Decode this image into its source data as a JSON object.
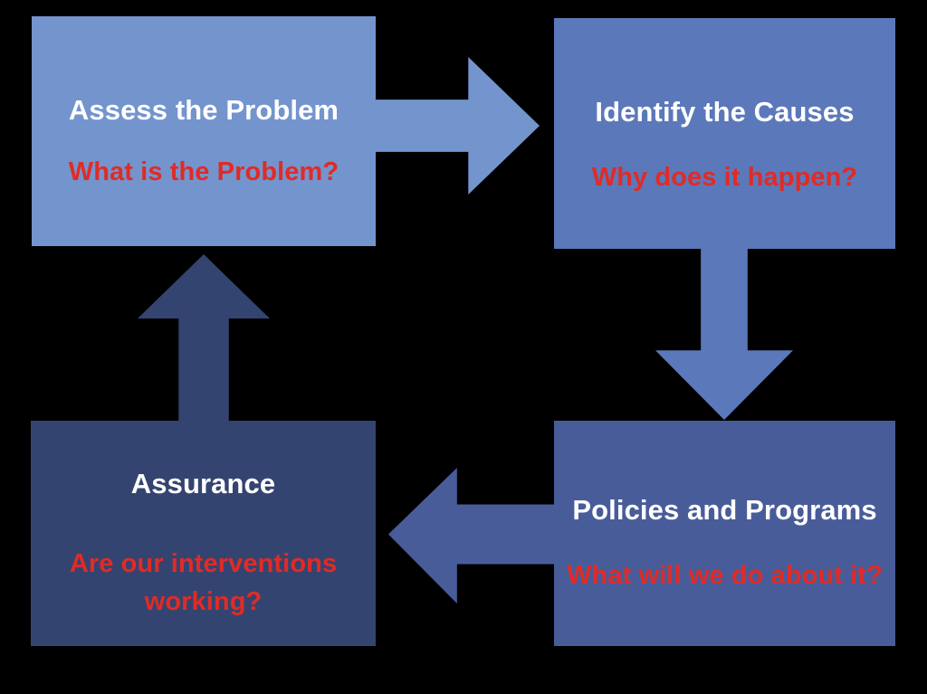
{
  "diagram": {
    "background_color": "#000000",
    "title_text_color": "#ffffff",
    "question_text_color": "#e02b26",
    "nodes": [
      {
        "id": "assess",
        "title": "Assess the Problem",
        "question": "What is the Problem?",
        "color": "#7494ce",
        "position": "top-left"
      },
      {
        "id": "causes",
        "title": "Identify the Causes",
        "question": "Why does it happen?",
        "color": "#5b78ba",
        "position": "top-right"
      },
      {
        "id": "policies",
        "title": "Policies and Programs",
        "question": "What will we do about it?",
        "color": "#495c9a",
        "position": "bottom-right"
      },
      {
        "id": "assurance",
        "title": "Assurance",
        "question": "Are our interventions working?",
        "color": "#344470",
        "position": "bottom-left"
      }
    ],
    "arrows": [
      {
        "id": "assess-to-causes",
        "direction": "right",
        "color": "#7494ce",
        "from": "assess",
        "to": "causes"
      },
      {
        "id": "causes-to-policies",
        "direction": "down",
        "color": "#5b78ba",
        "from": "causes",
        "to": "policies"
      },
      {
        "id": "policies-to-assurance",
        "direction": "left",
        "color": "#495c9a",
        "from": "policies",
        "to": "assurance"
      },
      {
        "id": "assurance-to-assess",
        "direction": "up",
        "color": "#344470",
        "from": "assurance",
        "to": "assess"
      }
    ]
  }
}
